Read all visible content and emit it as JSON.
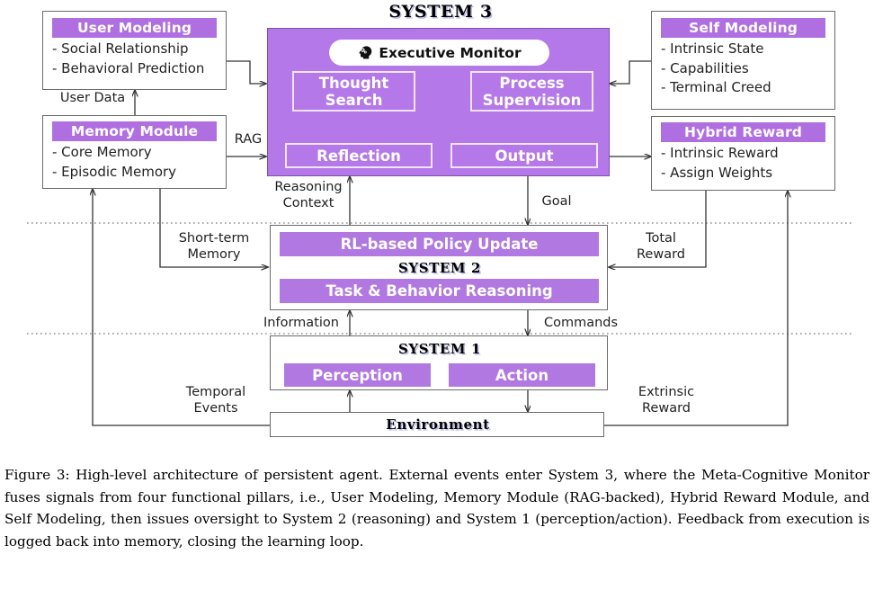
{
  "title": "System 3 Architecture Diagram",
  "colors": {
    "panel_purple": "#b578e8",
    "bar_purple": "#b078e0",
    "header_purple": "#b06fe0",
    "inner_border": "#f0e4fb",
    "box_border": "#6b6b6b",
    "text": "#1a1a1a"
  },
  "system3": {
    "title": "SYSTEM 3",
    "executive_monitor": {
      "label": "Executive Monitor",
      "icon": "head-with-gears-icon"
    },
    "blocks": [
      {
        "label": "Thought Search"
      },
      {
        "label": "Process Supervision"
      },
      {
        "label": "Reflection"
      },
      {
        "label": "Output"
      }
    ]
  },
  "system2": {
    "title": "SYSTEM 2",
    "bars": [
      {
        "label": "RL-based Policy Update"
      },
      {
        "label": "Task & Behavior Reasoning"
      }
    ]
  },
  "system1": {
    "title": "SYSTEM 1",
    "bars": [
      {
        "label": "Perception"
      },
      {
        "label": "Action"
      }
    ]
  },
  "environment": {
    "title": "Environment"
  },
  "modules": [
    {
      "id": "user-modeling",
      "header": "User Modeling",
      "items": [
        "- Social Relationship",
        "- Behavioral Prediction"
      ]
    },
    {
      "id": "memory-module",
      "header": "Memory Module",
      "items": [
        "- Core Memory",
        "- Episodic Memory"
      ]
    },
    {
      "id": "self-modeling",
      "header": "Self Modeling",
      "items": [
        "- Intrinsic State",
        "- Capabilities",
        "- Terminal Creed"
      ]
    },
    {
      "id": "hybrid-reward",
      "header": "Hybrid Reward",
      "items": [
        "- Intrinsic Reward",
        "- Assign Weights"
      ]
    }
  ],
  "edge_labels": [
    {
      "id": "user-data",
      "text": "User Data"
    },
    {
      "id": "rag",
      "text": "RAG"
    },
    {
      "id": "reasoning-context",
      "line1": "Reasoning",
      "line2": "Context"
    },
    {
      "id": "goal",
      "text": "Goal"
    },
    {
      "id": "short-term-memory",
      "line1": "Short-term",
      "line2": "Memory"
    },
    {
      "id": "total-reward",
      "line1": "Total",
      "line2": "Reward"
    },
    {
      "id": "information",
      "text": "Information"
    },
    {
      "id": "commands",
      "text": "Commands"
    },
    {
      "id": "temporal-events",
      "line1": "Temporal",
      "line2": "Events"
    },
    {
      "id": "extrinsic-reward",
      "line1": "Extrinsic",
      "line2": "Reward"
    }
  ],
  "caption": {
    "label": "Figure 3:",
    "text": "High-level architecture of persistent agent. External events enter System 3, where the Meta-Cognitive Monitor fuses signals from four functional pillars, i.e., User Modeling, Memory Module (RAG-backed), Hybrid Reward Module, and Self Modeling, then issues oversight to System 2 (reasoning) and System 1 (perception/action). Feedback from execution is logged back into memory, closing the learning loop."
  }
}
